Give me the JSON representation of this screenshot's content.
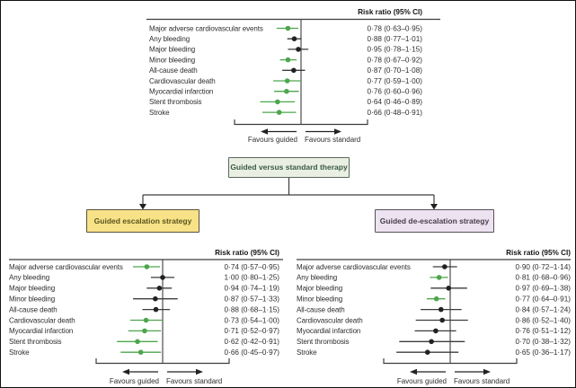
{
  "colors": {
    "accent_green": "#4da64d",
    "marker_black": "#222222",
    "line_gray": "#3d3d3d",
    "text_dark": "#2e2e2e"
  },
  "flowchart": {
    "root": {
      "label": "Guided versus standard therapy",
      "fill": "#e9efe3",
      "border": "#5c675c",
      "text_color": "#3c5a44"
    },
    "escalation": {
      "label": "Guided escalation strategy",
      "fill": "#f8e288",
      "border": "#56533f",
      "text_color": "#59551d"
    },
    "deescalation": {
      "label": "Guided de-escalation strategy",
      "fill": "#ece2f0",
      "border": "#585158",
      "text_color": "#463f4e"
    }
  },
  "chart_data": [
    {
      "type": "forest",
      "panel": "Guided versus standard therapy (overall)",
      "column_header": "Risk ratio (95% CI)",
      "favours_left": "Favours guided",
      "favours_right": "Favours standard",
      "x_scale": "log",
      "x_range": [
        0.28,
        3.5
      ],
      "reference_line": 1.0,
      "rows": [
        {
          "label": "Major adverse cardiovascular events",
          "rr": 0.78,
          "ci_low": 0.63,
          "ci_high": 0.95,
          "text": "0·78 (0·63–0·95)",
          "significant": true
        },
        {
          "label": "Any bleeding",
          "rr": 0.88,
          "ci_low": 0.77,
          "ci_high": 1.01,
          "text": "0·88 (0·77–1·01)",
          "significant": false
        },
        {
          "label": "Major bleeding",
          "rr": 0.95,
          "ci_low": 0.78,
          "ci_high": 1.15,
          "text": "0·95 (0·78–1·15)",
          "significant": false
        },
        {
          "label": "Minor bleeding",
          "rr": 0.78,
          "ci_low": 0.67,
          "ci_high": 0.92,
          "text": "0·78 (0·67–0·92)",
          "significant": true
        },
        {
          "label": "All-cause death",
          "rr": 0.87,
          "ci_low": 0.7,
          "ci_high": 1.08,
          "text": "0·87 (0·70–1·08)",
          "significant": false
        },
        {
          "label": "Cardiovascular death",
          "rr": 0.77,
          "ci_low": 0.59,
          "ci_high": 1.0,
          "text": "0·77 (0·59–1·00)",
          "significant": true
        },
        {
          "label": "Myocardial infarction",
          "rr": 0.76,
          "ci_low": 0.6,
          "ci_high": 0.96,
          "text": "0·76 (0·60–0·96)",
          "significant": true
        },
        {
          "label": "Stent thrombosis",
          "rr": 0.64,
          "ci_low": 0.46,
          "ci_high": 0.89,
          "text": "0·64 (0·46–0·89)",
          "significant": true
        },
        {
          "label": "Stroke",
          "rr": 0.66,
          "ci_low": 0.48,
          "ci_high": 0.91,
          "text": "0·66 (0·48–0·91)",
          "significant": true
        }
      ]
    },
    {
      "type": "forest",
      "panel": "Guided escalation strategy",
      "column_header": "Risk ratio (95% CI)",
      "favours_left": "Favours guided",
      "favours_right": "Favours standard",
      "x_scale": "log",
      "x_range": [
        0.28,
        3.5
      ],
      "reference_line": 1.0,
      "rows": [
        {
          "label": "Major adverse cardiovascular events",
          "rr": 0.74,
          "ci_low": 0.57,
          "ci_high": 0.95,
          "text": "0·74 (0·57–0·95)",
          "significant": true
        },
        {
          "label": "Any bleeding",
          "rr": 1.0,
          "ci_low": 0.8,
          "ci_high": 1.25,
          "text": "1·00 (0·80–1·25)",
          "significant": false
        },
        {
          "label": "Major bleeding",
          "rr": 0.94,
          "ci_low": 0.74,
          "ci_high": 1.19,
          "text": "0·94 (0·74–1·19)",
          "significant": false
        },
        {
          "label": "Minor bleeding",
          "rr": 0.87,
          "ci_low": 0.57,
          "ci_high": 1.33,
          "text": "0·87 (0·57–1·33)",
          "significant": false
        },
        {
          "label": "All-cause death",
          "rr": 0.88,
          "ci_low": 0.68,
          "ci_high": 1.15,
          "text": "0·88 (0·68–1·15)",
          "significant": false
        },
        {
          "label": "Cardiovascular death",
          "rr": 0.73,
          "ci_low": 0.54,
          "ci_high": 1.0,
          "text": "0·73 (0·54–1·00)",
          "significant": true
        },
        {
          "label": "Myocardial infarction",
          "rr": 0.71,
          "ci_low": 0.52,
          "ci_high": 0.97,
          "text": "0·71 (0·52–0·97)",
          "significant": true
        },
        {
          "label": "Stent thrombosis",
          "rr": 0.62,
          "ci_low": 0.42,
          "ci_high": 0.91,
          "text": "0·62 (0·42–0·91)",
          "significant": true
        },
        {
          "label": "Stroke",
          "rr": 0.66,
          "ci_low": 0.45,
          "ci_high": 0.97,
          "text": "0·66 (0·45–0·97)",
          "significant": true
        }
      ]
    },
    {
      "type": "forest",
      "panel": "Guided de-escalation strategy",
      "column_header": "Risk ratio (95% CI)",
      "favours_left": "Favours guided",
      "favours_right": "Favours standard",
      "x_scale": "log",
      "x_range": [
        0.28,
        3.5
      ],
      "reference_line": 1.0,
      "rows": [
        {
          "label": "Major adverse cardiovascular events",
          "rr": 0.9,
          "ci_low": 0.72,
          "ci_high": 1.14,
          "text": "0·90 (0·72–1·14)",
          "significant": false
        },
        {
          "label": "Any bleeding",
          "rr": 0.81,
          "ci_low": 0.68,
          "ci_high": 0.96,
          "text": "0·81 (0·68–0·96)",
          "significant": true
        },
        {
          "label": "Major bleeding",
          "rr": 0.97,
          "ci_low": 0.69,
          "ci_high": 1.38,
          "text": "0·97 (0·69–1·38)",
          "significant": false
        },
        {
          "label": "Minor bleeding",
          "rr": 0.77,
          "ci_low": 0.64,
          "ci_high": 0.91,
          "text": "0·77 (0·64–0·91)",
          "significant": true
        },
        {
          "label": "All-cause death",
          "rr": 0.84,
          "ci_low": 0.57,
          "ci_high": 1.24,
          "text": "0·84 (0·57–1·24)",
          "significant": false
        },
        {
          "label": "Cardiovascular death",
          "rr": 0.86,
          "ci_low": 0.52,
          "ci_high": 1.4,
          "text": "0·86 (0·52–1·40)",
          "significant": false
        },
        {
          "label": "Myocardial infarction",
          "rr": 0.76,
          "ci_low": 0.51,
          "ci_high": 1.12,
          "text": "0·76 (0·51–1·12)",
          "significant": false
        },
        {
          "label": "Stent thrombosis",
          "rr": 0.7,
          "ci_low": 0.38,
          "ci_high": 1.32,
          "text": "0·70 (0·38–1·32)",
          "significant": false
        },
        {
          "label": "Stroke",
          "rr": 0.65,
          "ci_low": 0.36,
          "ci_high": 1.17,
          "text": "0·65 (0·36–1·17)",
          "significant": false
        }
      ]
    }
  ]
}
